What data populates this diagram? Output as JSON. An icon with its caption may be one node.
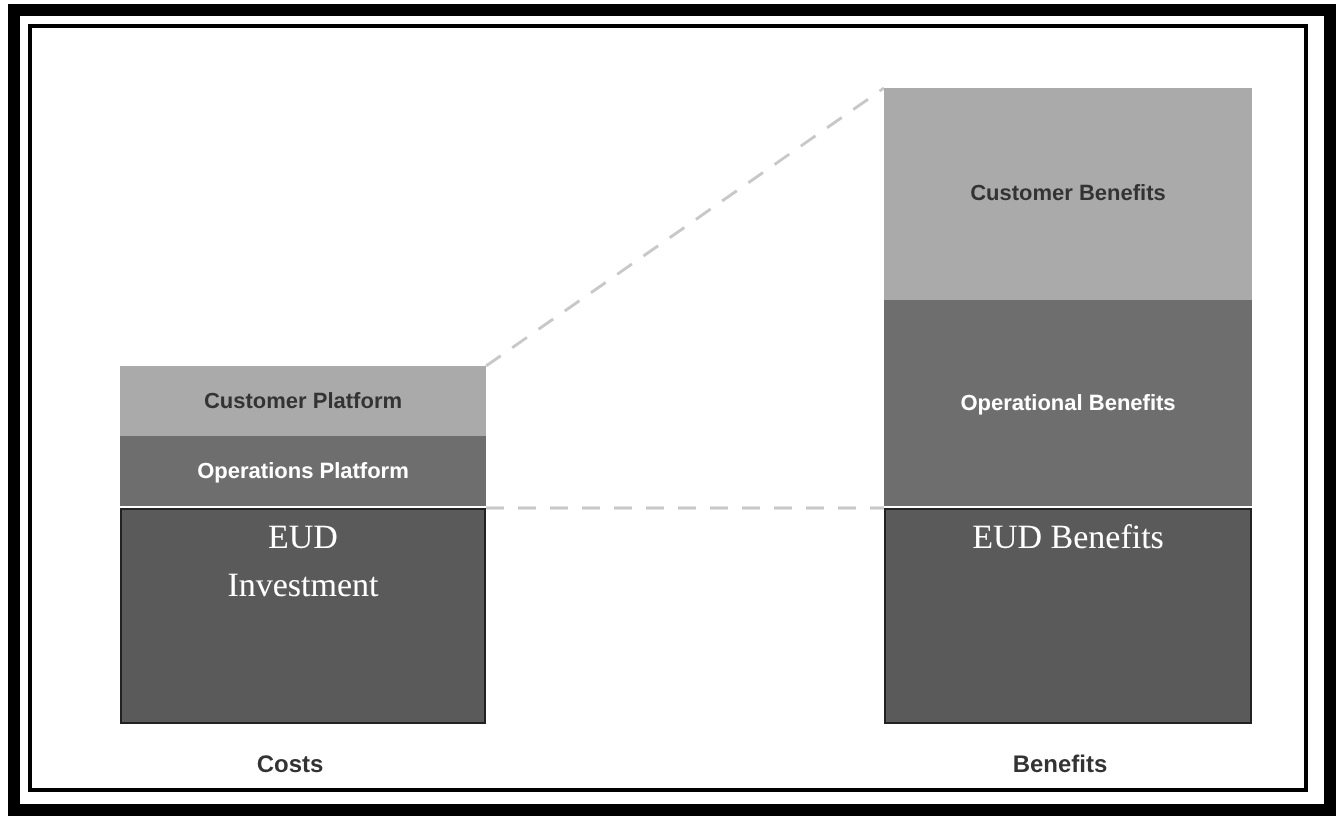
{
  "diagram": {
    "nodes": [
      {
        "text": [
          "Customer Platform"
        ]
      },
      {
        "text": [
          "Operations Platform"
        ]
      },
      {
        "text": [
          "EUD Investment"
        ]
      },
      {
        "text": [
          "Customer Benefits"
        ]
      },
      {
        "text": [
          "Operational Benefits"
        ]
      },
      {
        "text": [
          "EUD Benefits"
        ]
      }
    ],
    "edges": [
      {
        "from": 0,
        "to": 3,
        "arrow": "none",
        "style": "dashed"
      },
      {
        "from": 2,
        "to": 5,
        "arrow": "none",
        "style": "dashed"
      }
    ],
    "labels": [
      "Costs",
      "Benefits"
    ]
  }
}
